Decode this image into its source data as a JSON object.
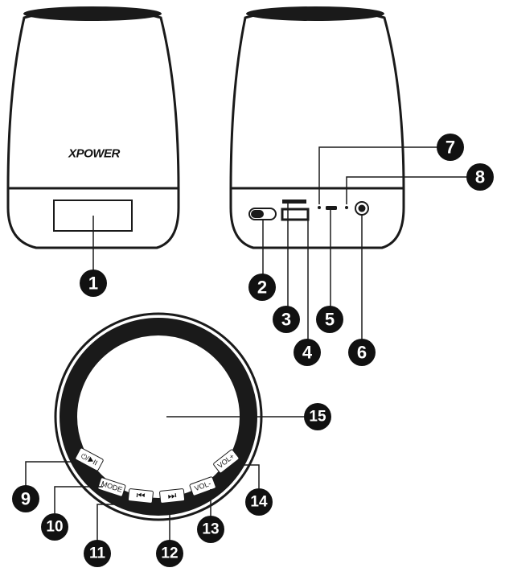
{
  "logo": {
    "text": "XPOWER"
  },
  "buttons": [
    {
      "id": "play",
      "label": "⏻/▶II"
    },
    {
      "id": "mode",
      "label": "MODE"
    },
    {
      "id": "prev",
      "label": "⏮"
    },
    {
      "id": "next",
      "label": "⏭"
    },
    {
      "id": "vol-down",
      "label": "VOL-"
    },
    {
      "id": "vol-up",
      "label": "VOL+"
    }
  ],
  "callouts": [
    "1",
    "2",
    "3",
    "4",
    "5",
    "6",
    "7",
    "8",
    "9",
    "10",
    "11",
    "12",
    "13",
    "14",
    "15"
  ],
  "colors": {
    "outline": "#1a1a1a",
    "callout_fill": "#111111",
    "background": "#ffffff"
  }
}
